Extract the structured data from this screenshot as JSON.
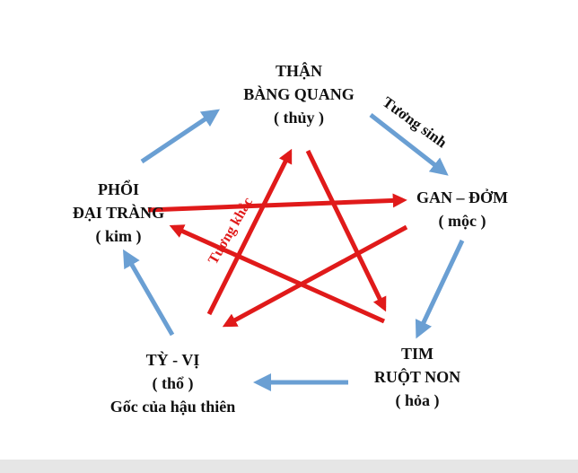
{
  "colors": {
    "sinh": "#6a9fd3",
    "khac": "#e01a1a",
    "text": "#111111"
  },
  "nodes": {
    "thuy": {
      "line1": "THẬN",
      "line2": "BÀNG QUANG",
      "line3": "( thủy )"
    },
    "moc": {
      "line1": "GAN – ĐỞM",
      "line2": "( mộc )"
    },
    "hoa": {
      "line1": "TIM",
      "line2": "RUỘT NON",
      "line3": "( hỏa )"
    },
    "tho": {
      "line1": "TỲ - VỊ",
      "line2": "(  thổ )",
      "line3": "Gốc của hậu thiên"
    },
    "kim": {
      "line1": "PHỔI",
      "line2": "ĐẠI TRÀNG",
      "line3": "( kim )"
    }
  },
  "labels": {
    "sinh": "Tương sinh",
    "khac": "Tương khắc"
  }
}
